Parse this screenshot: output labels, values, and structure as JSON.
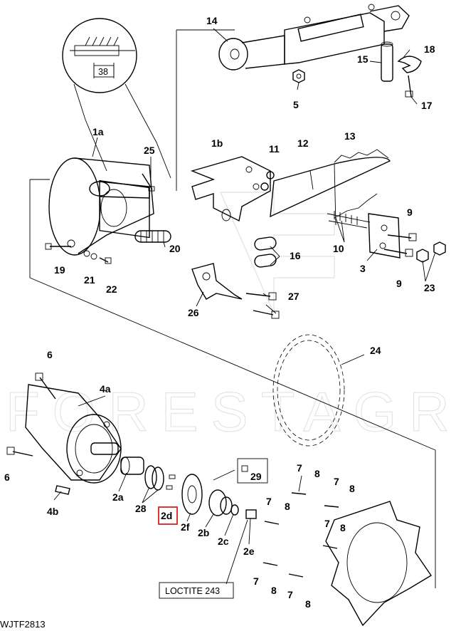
{
  "drawing": {
    "watermark": "FORESTAGRI",
    "drawing_code": "WJTF2813",
    "detail_dimension": "38",
    "note_box": "LOCTITE 243",
    "highlighted_part": "2d"
  },
  "callouts": {
    "c14": "14",
    "c15": "15",
    "c18": "18",
    "c5": "5",
    "c17": "17",
    "c1a": "1a",
    "c25": "25",
    "c1b": "1b",
    "c11": "11",
    "c12": "12",
    "c13": "13",
    "c9a": "9",
    "c9b": "9",
    "c10": "10",
    "c3": "3",
    "c23": "23",
    "c19": "19",
    "c21": "21",
    "c22": "22",
    "c20": "20",
    "c16": "16",
    "c27": "27",
    "c26": "26",
    "c24": "24",
    "c6a": "6",
    "c4a": "4a",
    "c6b": "6",
    "c4b": "4b",
    "c2a": "2a",
    "c28": "28",
    "c2d": "2d",
    "c2f": "2f",
    "c2b": "2b",
    "c2c": "2c",
    "c2e": "2e",
    "c29": "29",
    "c7a": "7",
    "c8a": "8",
    "c7b": "7",
    "c8b": "8",
    "c7c": "7",
    "c8c": "8",
    "c7d": "7",
    "c8d": "8",
    "c7e": "7",
    "c8e": "8",
    "c7f": "7",
    "c8f": "8"
  },
  "colors": {
    "highlight": "#d92020",
    "line": "#000000",
    "watermark": "#e4e4e4"
  }
}
